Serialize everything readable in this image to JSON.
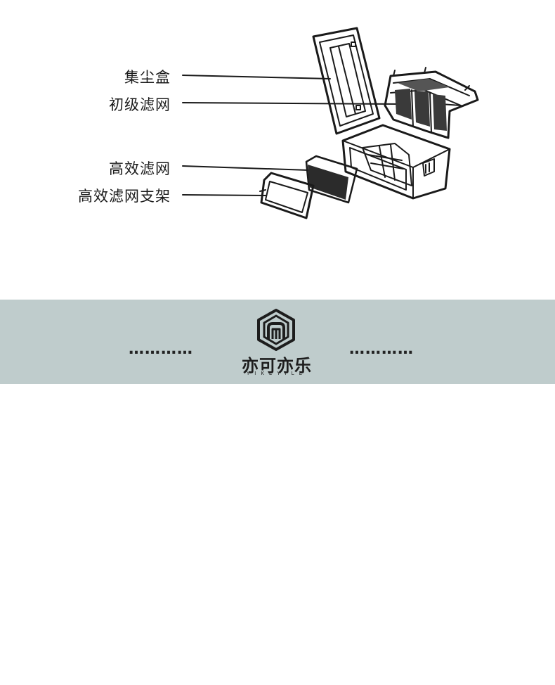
{
  "labels": {
    "dust_box": "集尘盒",
    "primary_filter": "初级滤网",
    "hepa_filter": "高效滤网",
    "hepa_filter_holder": "高效滤网支架"
  },
  "banner": {
    "dots_left": "…………",
    "dots_right": "…………",
    "brand_cn": "亦可亦乐",
    "brand_en": "YIKEYILE"
  },
  "colors": {
    "banner_bg": "#bfcccc",
    "line": "#1a1a1a"
  },
  "icons": [
    "hexagon-logo-icon"
  ]
}
